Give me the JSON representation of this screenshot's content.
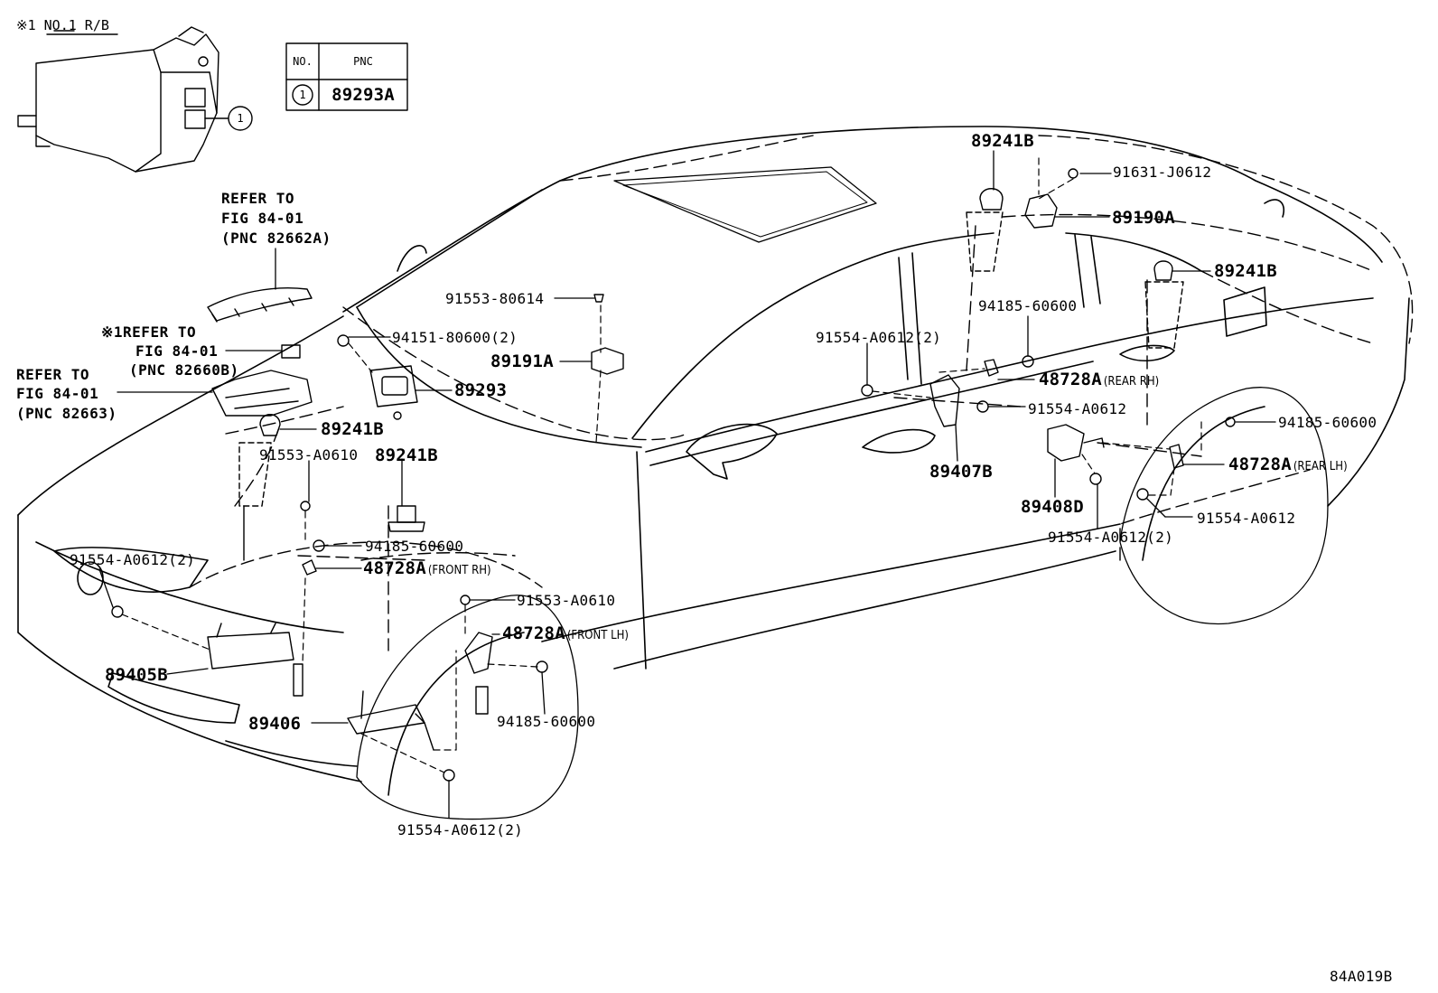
{
  "header_label": "※1 NO.1 R/B",
  "table": {
    "col1": "NO.",
    "col2": "PNC",
    "row_no": "1",
    "row_pnc": "89293A"
  },
  "callout_marker": "1",
  "refs": {
    "r1": [
      "REFER TO",
      "FIG 84-01",
      "(PNC 82662A)"
    ],
    "r2": [
      "※1REFER TO",
      "FIG 84-01",
      "(PNC 82660B)"
    ],
    "r3": [
      "REFER TO",
      "FIG 84-01",
      "(PNC 82663)"
    ]
  },
  "labels": {
    "p89241B_roof": "89241B",
    "p91631": "91631-J0612",
    "p89190A": "89190A",
    "p89241B_rear": "89241B",
    "p94185_rr": "94185-60600",
    "p48728A_rr": "48728A",
    "p48728A_rr_note": "(REAR RH)",
    "p91554_mid": "91554-A0612",
    "p91554_2_door": "91554-A0612(2)",
    "p94185_rl": "94185-60600",
    "p48728A_rl": "48728A",
    "p48728A_rl_note": "(REAR LH)",
    "p91554_rl": "91554-A0612",
    "p89407B": "89407B",
    "p89408D": "89408D",
    "p91554_2_rear": "91554-A0612(2)",
    "p91553_80614": "91553-80614",
    "p94151": "94151-80600(2)",
    "p89191A": "89191A",
    "p89293": "89293",
    "p89241B_fr": "89241B",
    "p91553_a0610": "91553-A0610",
    "p89241B_fl": "89241B",
    "p94185_fr": "94185-60600",
    "p48728A_fr": "48728A",
    "p48728A_fr_note": "(FRONT RH)",
    "p91554_2_front": "91554-A0612(2)",
    "p91553_a0610_lh": "91553-A0610",
    "p48728A_fl": "48728A",
    "p48728A_fl_note": "(FRONT LH)",
    "p89405B": "89405B",
    "p89406": "89406",
    "p94185_fl": "94185-60600",
    "p91554_2_bottom": "91554-A0612(2)"
  },
  "figure_id": "84A019B"
}
